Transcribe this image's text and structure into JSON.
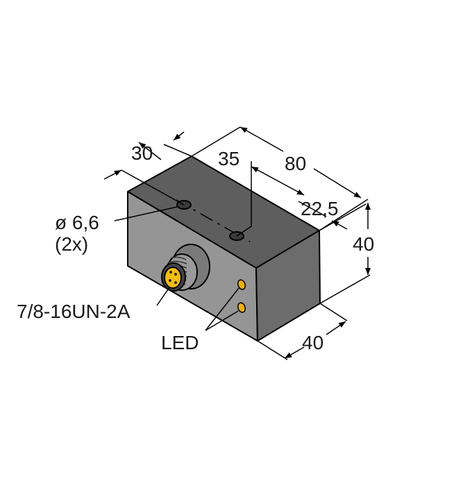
{
  "labels": {
    "dim_30": "30",
    "dim_35": "35",
    "dim_80": "80",
    "dim_22_5": "22,5",
    "dim_40_height": "40",
    "dim_40_depth": "40",
    "hole_diameter": "ø 6,6",
    "hole_count": "(2x)",
    "thread": "7/8-16UN-2A",
    "led": "LED"
  },
  "colors": {
    "housing_front": "#959595",
    "housing_top": "#5e5e5e",
    "housing_side": "#6c6c6c",
    "connector_core": "#f2bd12",
    "led": "#f0b010",
    "line": "#000000"
  }
}
